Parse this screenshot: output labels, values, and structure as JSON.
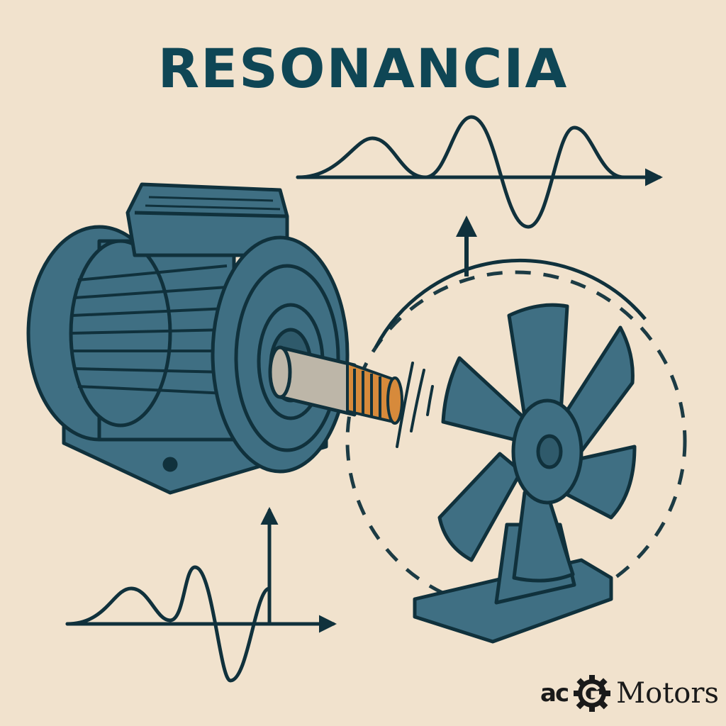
{
  "title": "RESONANCIA",
  "brand": {
    "ac": "ac",
    "name": "Motors"
  },
  "colors": {
    "background": "#f1e2cd",
    "title": "#0f4655",
    "motor": "#3f6f83",
    "outline": "#10313c",
    "shaft": "#bdb6a8",
    "coupling": "#d78a3b"
  },
  "icons": [
    "motor-icon",
    "fan-icon",
    "gear-icon",
    "arrow-up-icon",
    "arrow-right-icon"
  ]
}
